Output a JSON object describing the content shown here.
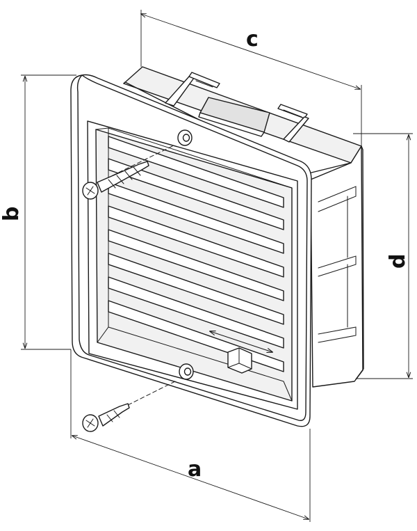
{
  "dimensions": {
    "a": "a",
    "b": "b",
    "c": "c",
    "d": "d"
  },
  "colors": {
    "line": "#1a1a1a",
    "background": "#ffffff"
  }
}
